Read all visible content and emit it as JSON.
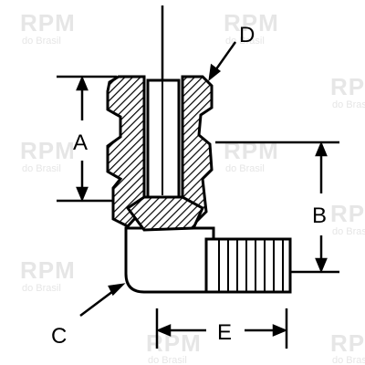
{
  "watermark": {
    "brand": "RPM",
    "sub": "do Brasil"
  },
  "labels": {
    "a": "A",
    "b": "B",
    "c": "C",
    "d": "D",
    "e": "E"
  },
  "colors": {
    "ink": "#000000",
    "watermark": "#e6e6e6",
    "background": "#ffffff"
  }
}
